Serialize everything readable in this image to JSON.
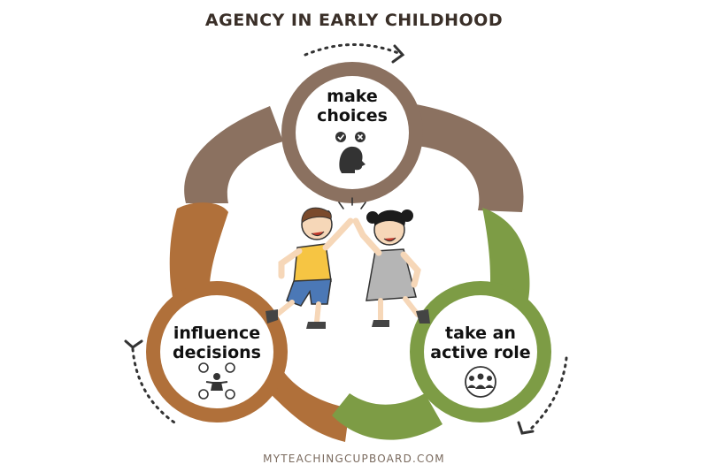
{
  "title": "AGENCY IN EARLY CHILDHOOD",
  "footer": "MYTEACHINGCUPBOARD.COM",
  "nodes": [
    {
      "id": "top",
      "line1": "make",
      "line2": "choices",
      "color": "#8b7160",
      "icon": "head-choice-icon"
    },
    {
      "id": "left",
      "line1": "influence",
      "line2": "decisions",
      "color": "#b0703a",
      "icon": "group-influence-icon"
    },
    {
      "id": "right",
      "line1": "take an",
      "line2": "active role",
      "color": "#7d9c45",
      "icon": "team-icon"
    }
  ],
  "illustration": "children-high-five-illustration"
}
